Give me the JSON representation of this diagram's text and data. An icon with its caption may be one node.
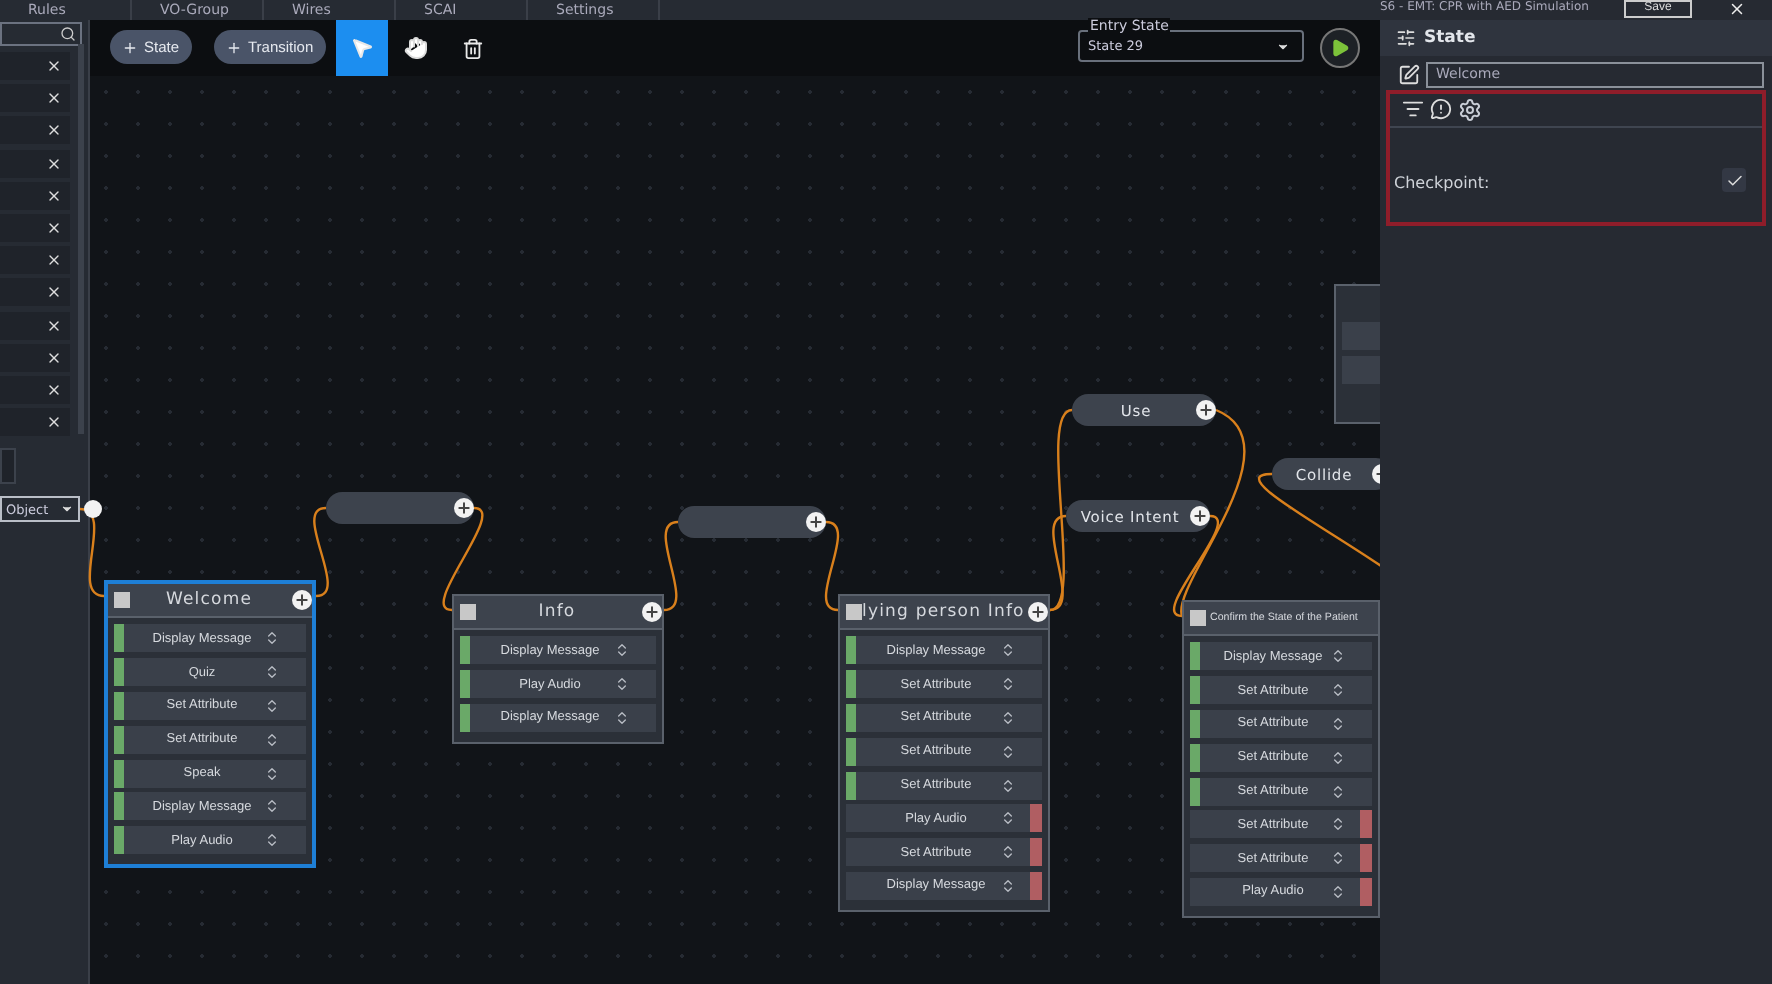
{
  "diagram": {
    "nodes": [
      {
        "text": [
          "Welcome"
        ]
      },
      {
        "text": [
          "Display Message"
        ],
        "in": 0
      },
      {
        "text": [
          "Quiz"
        ],
        "in": 0
      },
      {
        "text": [
          "Set Attribute"
        ],
        "in": 0
      },
      {
        "text": [
          "Set Attribute"
        ],
        "in": 0
      },
      {
        "text": [
          "Speak"
        ],
        "in": 0
      },
      {
        "text": [
          "Display Message"
        ],
        "in": 0
      },
      {
        "text": [
          "Play Audio"
        ],
        "in": 0
      },
      {
        "text": [],
        "shape": "bar"
      },
      {
        "text": [
          "Info"
        ]
      },
      {
        "text": [
          "Display Message"
        ],
        "in": 9
      },
      {
        "text": [
          "Play Audio"
        ],
        "in": 9
      },
      {
        "text": [
          "Display Message"
        ],
        "in": 9
      },
      {
        "text": [],
        "shape": "bar"
      },
      {
        "text": [
          "lying person Info"
        ]
      },
      {
        "text": [
          "Display Message"
        ],
        "in": 14
      },
      {
        "text": [
          "Set Attribute"
        ],
        "in": 14
      },
      {
        "text": [
          "Set Attribute"
        ],
        "in": 14
      },
      {
        "text": [
          "Set Attribute"
        ],
        "in": 14
      },
      {
        "text": [
          "Set Attribute"
        ],
        "in": 14
      },
      {
        "text": [
          "Play Audio"
        ],
        "in": 14
      },
      {
        "text": [
          "Set Attribute"
        ],
        "in": 14
      },
      {
        "text": [
          "Display Message"
        ],
        "in": 14
      },
      {
        "text": [
          "Use"
        ]
      },
      {
        "text": [
          "Voice Intent"
        ]
      },
      {
        "text": [
          "Confirm the State of the Patient"
        ]
      },
      {
        "text": [
          "Display Message"
        ],
        "in": 25
      },
      {
        "text": [
          "Set Attribute"
        ],
        "in": 25
      },
      {
        "text": [
          "Set Attribute"
        ],
        "in": 25
      },
      {
        "text": [
          "Set Attribute"
        ],
        "in": 25
      },
      {
        "text": [
          "Set Attribute"
        ],
        "in": 25
      },
      {
        "text": [
          "Set Attribute"
        ],
        "in": 25
      },
      {
        "text": [
          "Set Attribute"
        ],
        "in": 25
      },
      {
        "text": [
          "Play Audio"
        ],
        "in": 25
      },
      {
        "text": [
          "Collide"
        ]
      },
      {
        "text": [],
        "shape": "box"
      },
      {
        "text": [
          "Object"
        ]
      }
    ],
    "edges": [
      {
        "from": 36,
        "to": 0,
        "arrow": "none"
      },
      {
        "from": 0,
        "to": 8,
        "arrow": "none"
      },
      {
        "from": 8,
        "to": 9,
        "arrow": "none"
      },
      {
        "from": 9,
        "to": 13,
        "arrow": "none"
      },
      {
        "from": 13,
        "to": 14,
        "arrow": "none"
      },
      {
        "from": 14,
        "to": 23,
        "arrow": "none"
      },
      {
        "from": 14,
        "to": 24,
        "arrow": "none"
      },
      {
        "from": 23,
        "to": 25,
        "arrow": "none"
      },
      {
        "from": 24,
        "to": 25,
        "arrow": "none"
      },
      {
        "from": 34,
        "to": null,
        "arrow": "none"
      }
    ],
    "labels": [
      "Rules",
      "VO-Group",
      "Wires",
      "SCAI",
      "Settings",
      "S6 - EMT: CPR with AED Simulation",
      "Save",
      "State",
      "Transition",
      "Entry State",
      "State 29",
      "State",
      "Welcome",
      "Checkpoint:"
    ]
  }
}
